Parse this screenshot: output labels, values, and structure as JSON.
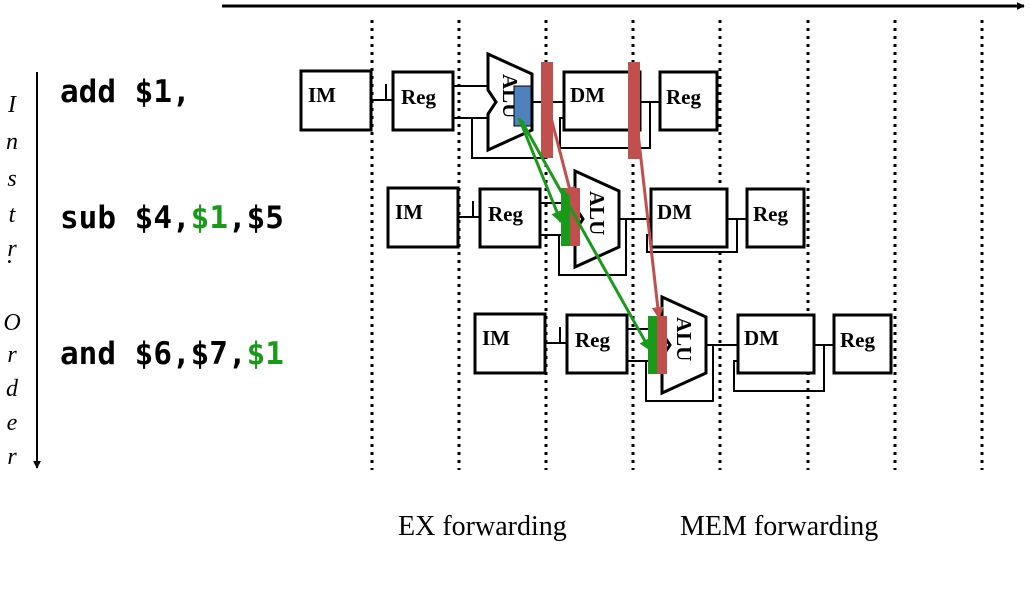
{
  "instructions": [
    {
      "parts": [
        {
          "text": "add $1,",
          "color": "#000000"
        }
      ]
    },
    {
      "parts": [
        {
          "text": "sub $4,",
          "color": "#000000"
        },
        {
          "text": "$1",
          "color": "#1a9a1a"
        },
        {
          "text": ",$5",
          "color": "#000000"
        }
      ]
    },
    {
      "parts": [
        {
          "text": "and $6,$7,",
          "color": "#000000"
        },
        {
          "text": "$1",
          "color": "#1a9a1a"
        }
      ]
    }
  ],
  "order_label": {
    "letters": [
      "I",
      "n",
      "s",
      "t",
      "r",
      ".",
      "O",
      "r",
      "d",
      "e",
      "r"
    ]
  },
  "stage_labels": {
    "im": "IM",
    "reg": "Reg",
    "alu": "ALU",
    "dm": "DM"
  },
  "captions": {
    "ex": "EX forwarding",
    "mem": "MEM forwarding"
  },
  "colors": {
    "forward_green": "#1a9a1a",
    "forward_red": "#c0504d",
    "alu_output_blue": "#4f81bd",
    "line": "#000000"
  }
}
